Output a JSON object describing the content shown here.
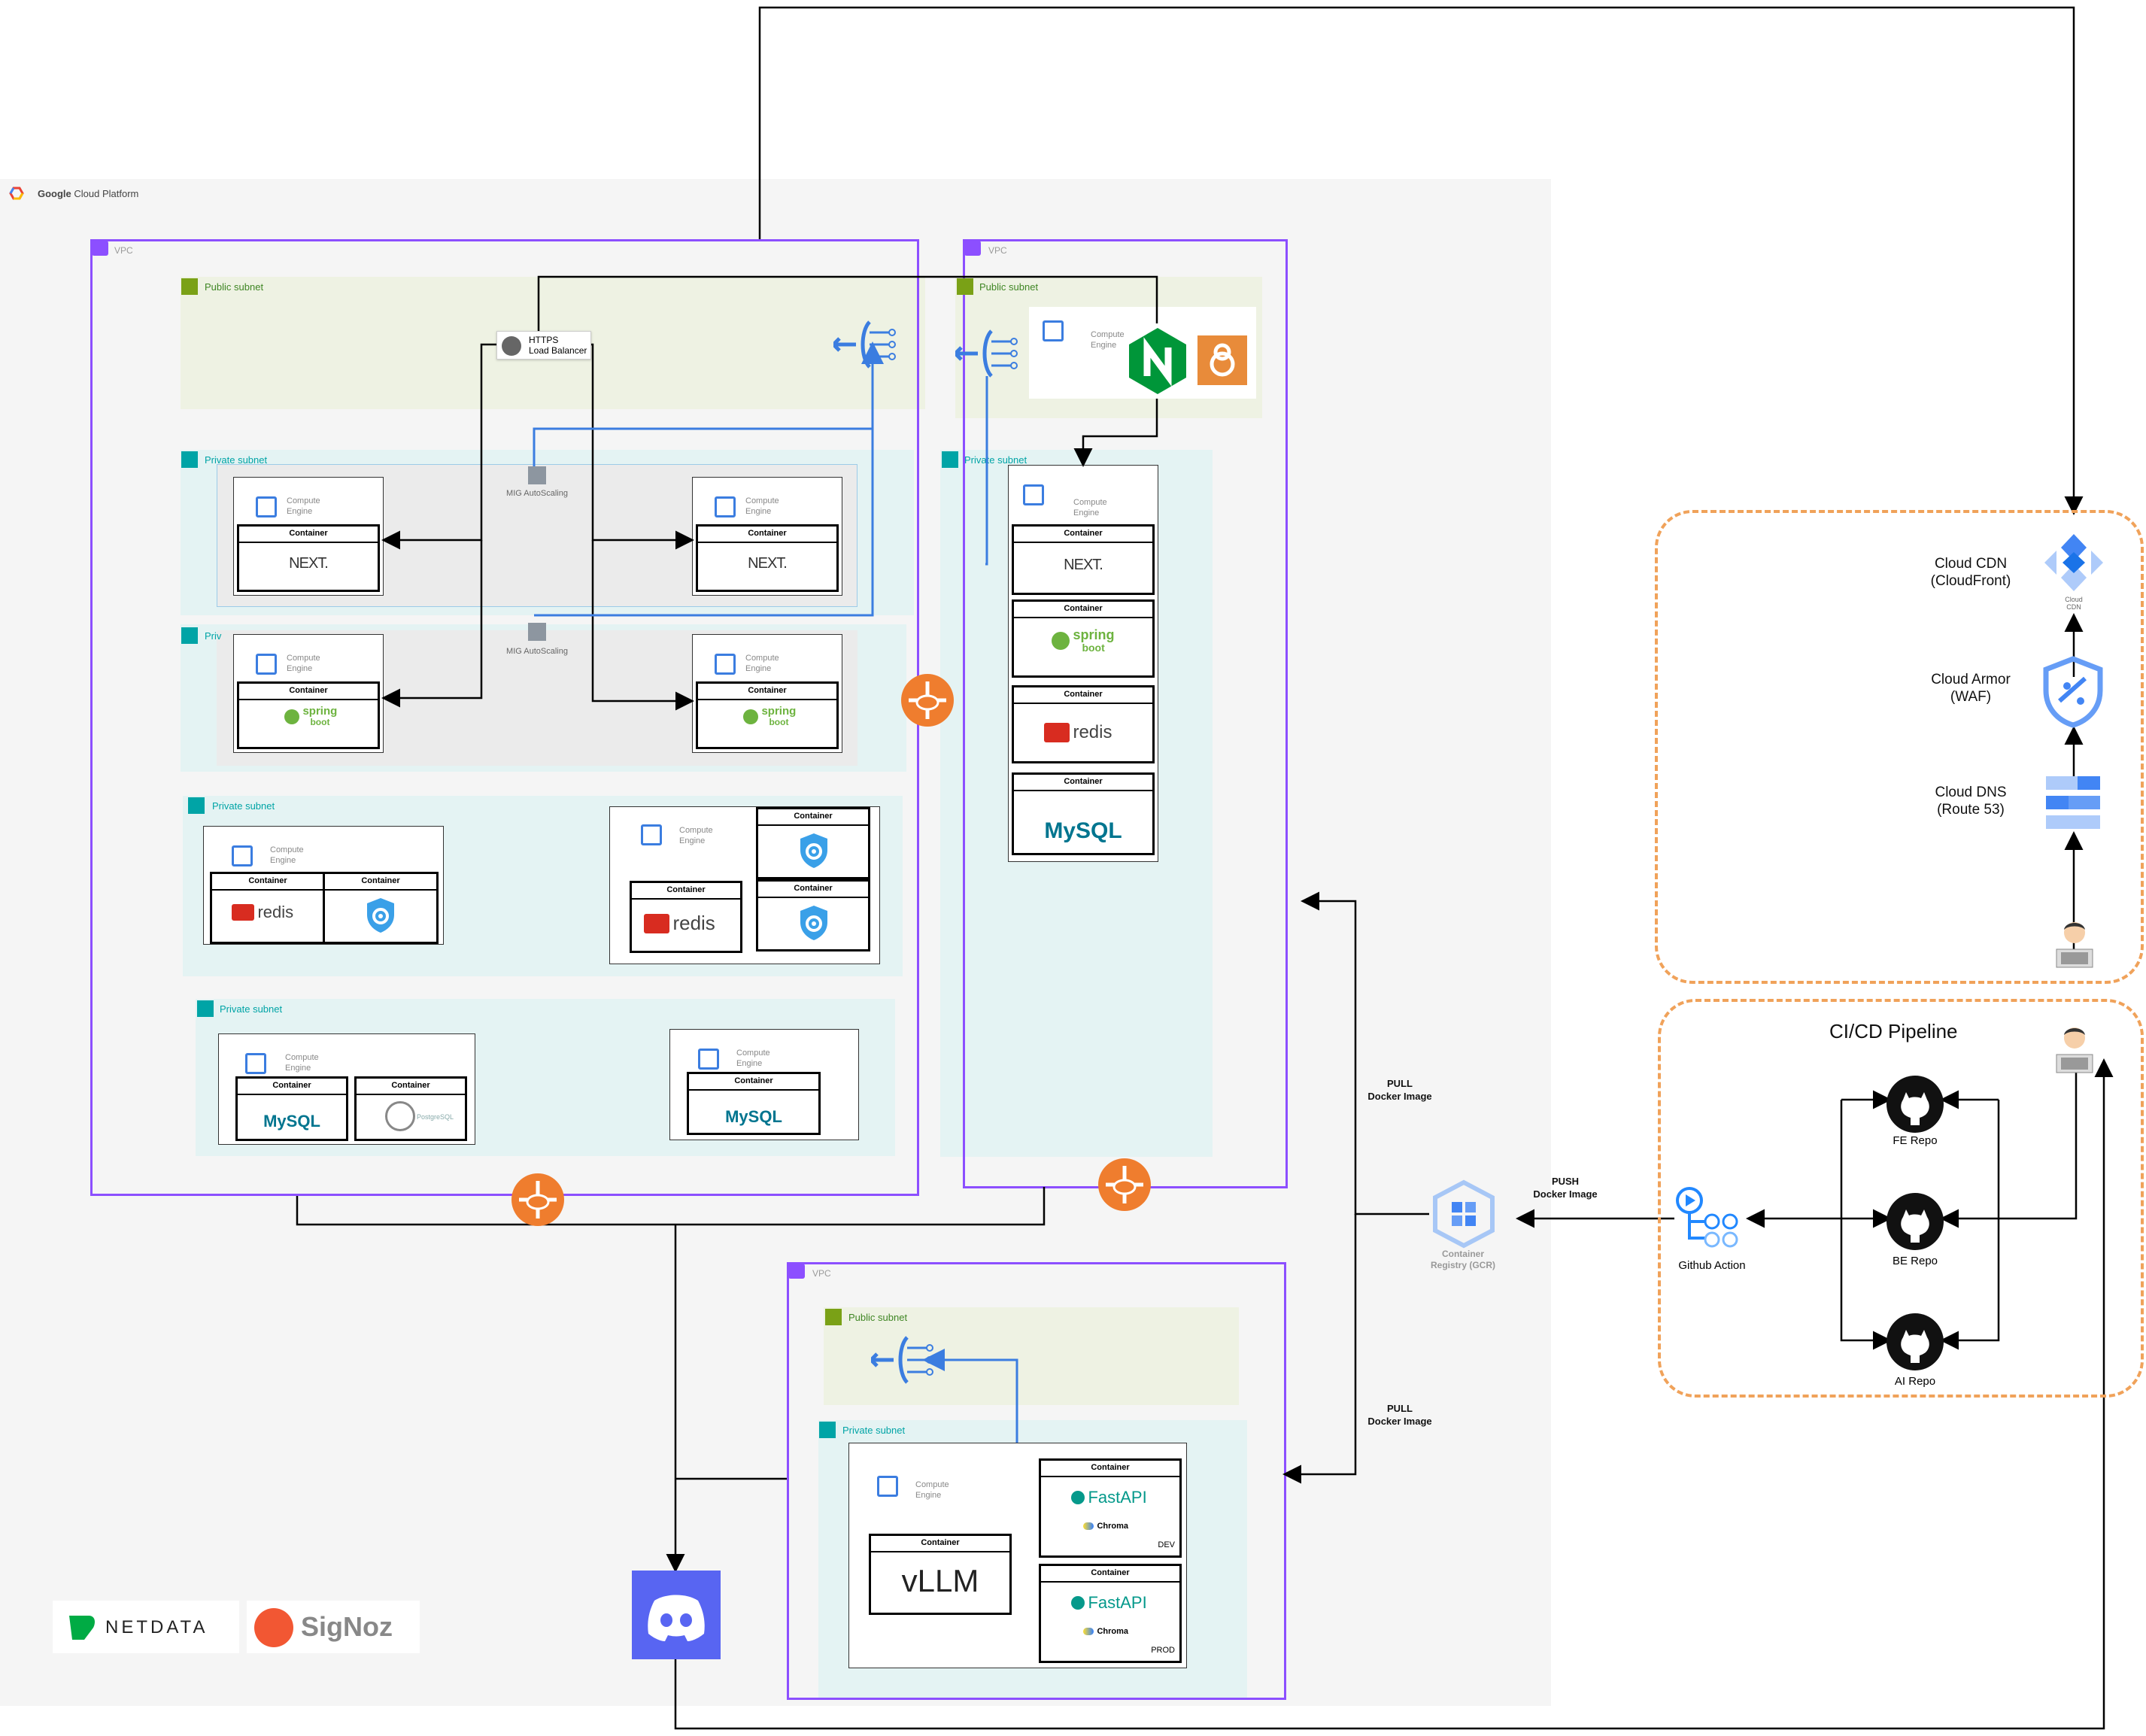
{
  "gcp": {
    "title_bold": "Google",
    "title_rest": "Cloud Platform"
  },
  "labels": {
    "vpc": "VPC",
    "public_subnet": "Public subnet",
    "private_subnet": "Private subnet",
    "private_subnet_truncated": "Priv",
    "compute_engine": "Compute Engine",
    "compute_line1": "Compute",
    "compute_line2": "Engine",
    "container": "Container",
    "mig": "MIG AutoScaling",
    "lb_line1": "HTTPS",
    "lb_line2": "Load Balancer",
    "dev": "DEV",
    "prod": "PROD"
  },
  "logos": {
    "next": "NEXT.",
    "spring_top": "spring",
    "spring_bottom": "boot",
    "redis": "redis",
    "mysql": "MySQL",
    "postgres": "PostgreSQL",
    "fastapi": "FastAPI",
    "chroma": "Chroma",
    "vllm": "vLLM",
    "netdata": "NETDATA",
    "signoz": "SigNoz"
  },
  "edge": {
    "cdn": {
      "line1": "Cloud CDN",
      "line2": "(CloudFront)",
      "icon_small1": "Cloud",
      "icon_small2": "CDN"
    },
    "armor": {
      "line1": "Cloud Armor",
      "line2": "(WAF)"
    },
    "dns": {
      "line1": "Cloud DNS",
      "line2": "(Route 53)"
    }
  },
  "cicd": {
    "title": "CI/CD Pipeline",
    "fe_repo": "FE Repo",
    "be_repo": "BE Repo",
    "ai_repo": "AI Repo",
    "github_action": "Github Action",
    "push_line1": "PUSH",
    "push_line2": "Docker Image",
    "registry_line1": "Container",
    "registry_line2": "Registry (GCR)",
    "pull_line1": "PULL",
    "pull_line2": "Docker Image"
  },
  "colors": {
    "vpc_border": "#8c4fff",
    "public_subnet_bg": "#eef2e3",
    "private_subnet_bg": "#e4f3f3",
    "connection_blue": "#3b7de0",
    "orange_dash": "#f0a25a",
    "router_orange": "#ef7d2e",
    "discord": "#5865f2"
  }
}
